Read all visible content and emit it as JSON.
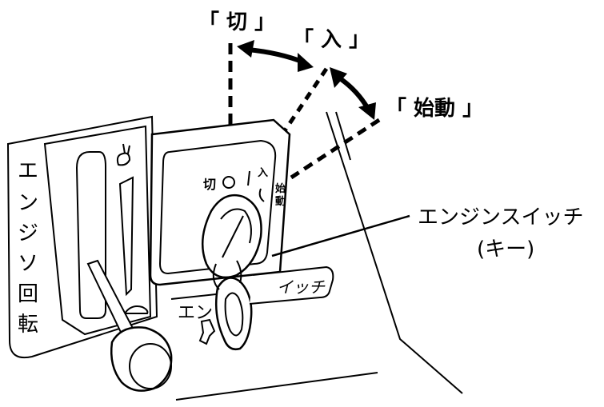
{
  "positions": {
    "off": "「 切 」",
    "on": "「 入 」",
    "start": "「 始動 」"
  },
  "switch_label": {
    "line1": "エンジンスイッチ",
    "line2": "(キー)"
  },
  "panel_vertical_text": [
    "エ",
    "ン",
    "ジ",
    "ソ",
    "回",
    "転"
  ],
  "dial_marks": {
    "off": "切",
    "on": "入",
    "start_1": "始",
    "start_2": "動"
  },
  "lower_plate": {
    "left": "エン",
    "right": "イッチ"
  }
}
